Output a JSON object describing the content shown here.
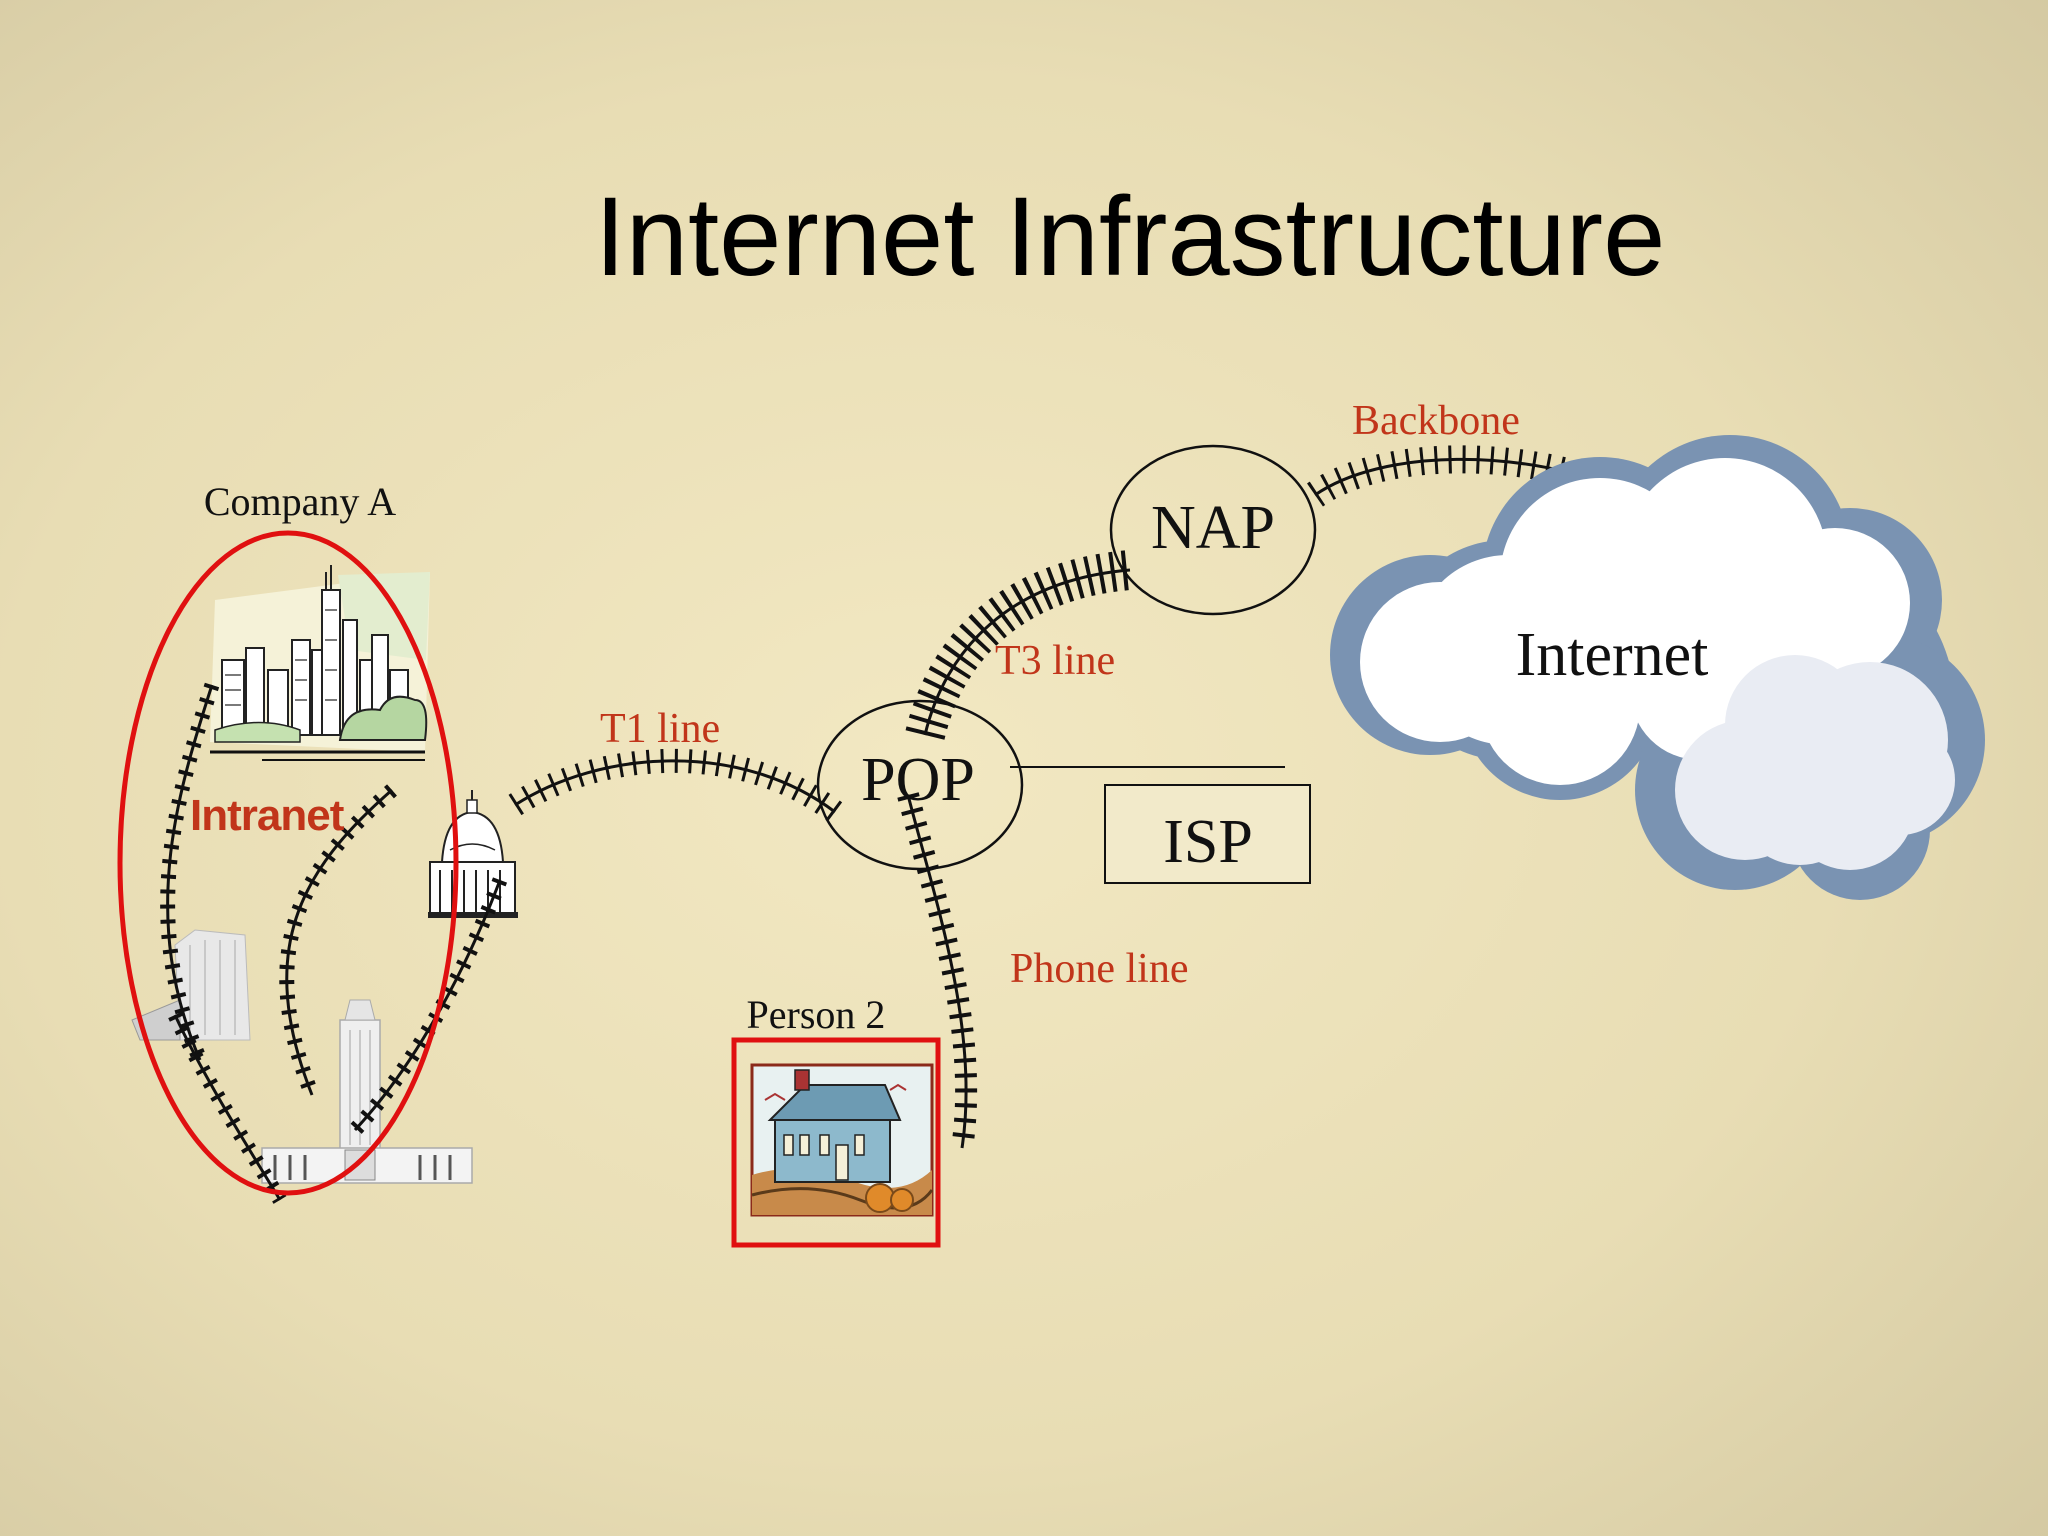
{
  "slide": {
    "title": "Internet Infrastructure"
  },
  "labels": {
    "company": "Company A",
    "intranet": "Intranet",
    "t1": "T1 line",
    "t3": "T3 line",
    "backbone": "Backbone",
    "phone": "Phone line",
    "person": "Person 2",
    "pop": "POP",
    "nap": "NAP",
    "isp": "ISP",
    "internet": "Internet"
  },
  "colors": {
    "background": "#e9dfb6",
    "title_text": "#000000",
    "connection_label": "#c1351a",
    "highlight_outline": "#e01010",
    "cloud_fill": "#ffffff",
    "cloud_shadow": "#7a93b2"
  },
  "icons": {
    "city": "city-skyline-icon",
    "capitol": "capitol-building-icon",
    "office": "office-building-icon",
    "tower": "tower-building-icon",
    "house": "house-picture-icon",
    "cloud": "cloud-icon"
  }
}
